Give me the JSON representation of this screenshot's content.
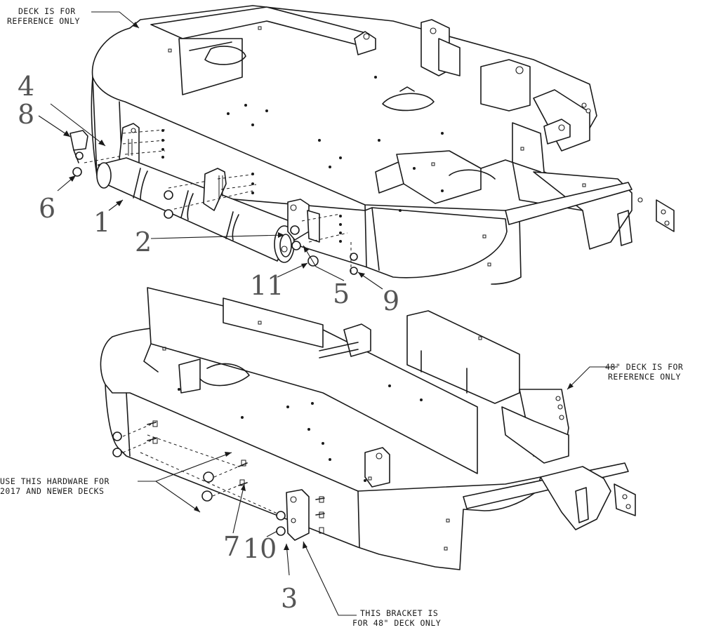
{
  "callouts": {
    "c1": "1",
    "c2": "2",
    "c3": "3",
    "c4": "4",
    "c5": "5",
    "c6": "6",
    "c7": "7",
    "c8": "8",
    "c9": "9",
    "c10": "10",
    "c11": "11"
  },
  "notes": {
    "top_ref": [
      "DECK IS FOR",
      "REFERENCE ONLY"
    ],
    "deck48_ref": [
      "48\" DECK IS FOR",
      "REFERENCE ONLY"
    ],
    "hardware": [
      "USE THIS HARDWARE FOR",
      "2017 AND NEWER DECKS"
    ],
    "bracket": [
      "THIS BRACKET IS",
      "FOR 48\" DECK ONLY"
    ]
  },
  "colors": {
    "line": "#1a1a1a",
    "callout": "#555555",
    "background": "#ffffff"
  }
}
